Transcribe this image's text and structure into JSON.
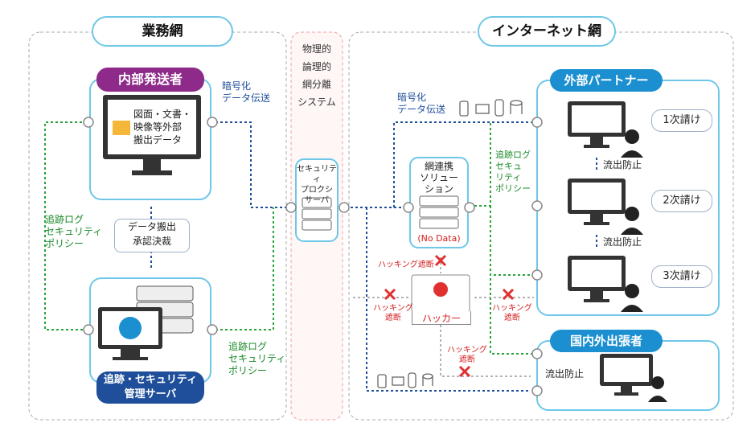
{
  "zones": {
    "business": "業務網",
    "internet": "インターネット網",
    "separation": [
      "物理的",
      "論理的",
      "網分離",
      "システム"
    ]
  },
  "internal_sender": {
    "title": "内部発送者",
    "monitor_text": [
      "図面・文書・",
      "映像等外部",
      "搬出データ"
    ]
  },
  "approval": [
    "データ搬出",
    "承認決裁"
  ],
  "mgmt_server": {
    "title": [
      "追跡・セキュリティ",
      "管理サーバ"
    ]
  },
  "proxy": [
    "セキュリティ",
    "プロクシ",
    "サーバ"
  ],
  "link_solution": {
    "title": [
      "網連携",
      "ソリュー",
      "ション"
    ],
    "nodata": "(No Data)"
  },
  "hacker": "ハッカー",
  "partner": {
    "title": "外部パートナー",
    "tiers": [
      "1次請け",
      "2次請け",
      "3次請け"
    ],
    "leak": "流出防止"
  },
  "domestic": {
    "title": "国内外出張者",
    "leak": "流出防止"
  },
  "labels": {
    "enc_left": [
      "暗号化",
      "データ伝送"
    ],
    "enc_right": [
      "暗号化",
      "データ伝送"
    ],
    "policy_left": [
      "追跡ログ",
      "セキュリティ",
      "ポリシー"
    ],
    "policy_mid": [
      "追跡ログ",
      "セキュリティ",
      "ポリシー"
    ],
    "policy_right": [
      "追跡ログ",
      "セキュ",
      "リティ",
      "ポリシー"
    ],
    "hack_block_1": "ハッキング遮断",
    "hack_block_2": [
      "ハッキング",
      "遮断"
    ],
    "hack_block_3": [
      "ハッキング",
      "遮断"
    ],
    "hack_block_4": [
      "ハッキング",
      "遮断"
    ]
  },
  "colors": {
    "sender": "#8e2a8a",
    "server_tag": "#1f4f9a",
    "partner_tag": "#1b8fd0",
    "frame": "#6fc7e8",
    "flow_green": "#2aa23a",
    "flow_blue": "#1f4e9c",
    "block_red": "#e03030"
  }
}
